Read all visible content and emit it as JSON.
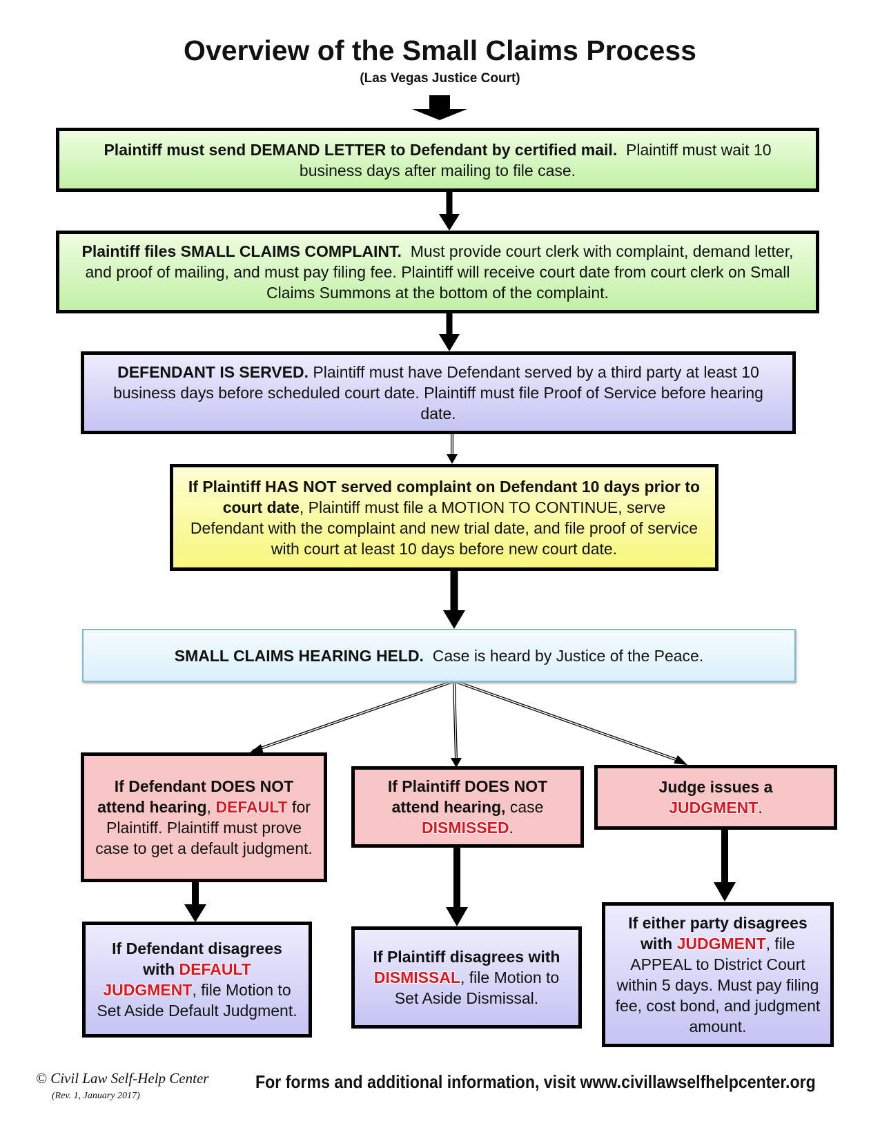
{
  "header": {
    "title": "Overview of the Small Claims Process",
    "subtitle": "(Las Vegas Justice Court)"
  },
  "steps": {
    "demand": {
      "bold": "Plaintiff must send DEMAND LETTER to Defendant by certified mail.",
      "text": "Plaintiff must wait 10 business days after mailing to file case."
    },
    "complaint": {
      "bold": "Plaintiff files SMALL CLAIMS COMPLAINT.",
      "text": "Must provide court clerk with complaint, demand letter, and proof of mailing, and must pay filing fee.  Plaintiff will receive court date from court clerk on Small Claims Summons at the bottom of the complaint."
    },
    "served": {
      "bold": "DEFENDANT IS SERVED.",
      "text": "Plaintiff must have Defendant served by a third party at least 10 business days before scheduled court date. Plaintiff must file Proof of Service before hearing date."
    },
    "not_served": {
      "bold": "If Plaintiff HAS NOT served complaint on Defendant 10 days prior to court date",
      "text": ", Plaintiff must file a MOTION TO CONTINUE, serve Defendant with the complaint and new trial date, and file proof of service with court at least 10 days before new court date."
    },
    "hearing": {
      "bold": "SMALL CLAIMS HEARING HELD.",
      "text": "Case is heard by Justice of the Peace."
    }
  },
  "outcomes": {
    "default": {
      "bold": "If Defendant DOES NOT attend hearing",
      "sep": ", ",
      "red": "DEFAULT",
      "text": " for Plaintiff. Plaintiff must prove case to get a default judgment."
    },
    "dismissed": {
      "bold": "If Plaintiff DOES NOT attend hearing,",
      "text": " case ",
      "red": "DISMISSED",
      "end": "."
    },
    "judgment": {
      "bold": "Judge issues a ",
      "red": "JUDGMENT",
      "end": "."
    }
  },
  "followups": {
    "default": {
      "bold": "If Defendant disagrees with ",
      "red": "DEFAULT JUDGMENT",
      "text": ", file Motion to Set Aside Default Judgment."
    },
    "dismissed": {
      "bold": "If Plaintiff disagrees with ",
      "red": "DISMISSAL",
      "text": ", file Motion to Set Aside Dismissal."
    },
    "judgment": {
      "bold": "If either party disagrees with ",
      "red": "JUDGMENT",
      "text": ", file APPEAL to District Court within 5 days.  Must pay filing fee, cost bond, and judgment amount."
    }
  },
  "footer": {
    "copyright": "© Civil Law Self-Help Center",
    "revision": "(Rev. 1, January 2017)",
    "info": "For forms and additional information, visit www.civillawselfhelpcenter.org"
  },
  "colors": {
    "green": "#c2f0a6",
    "blue": "#c5c4f3",
    "yellow": "#f7f77e",
    "pink": "#f8c6c6",
    "light_blue": "#dcf0fb",
    "red_text": "#e0141e"
  }
}
